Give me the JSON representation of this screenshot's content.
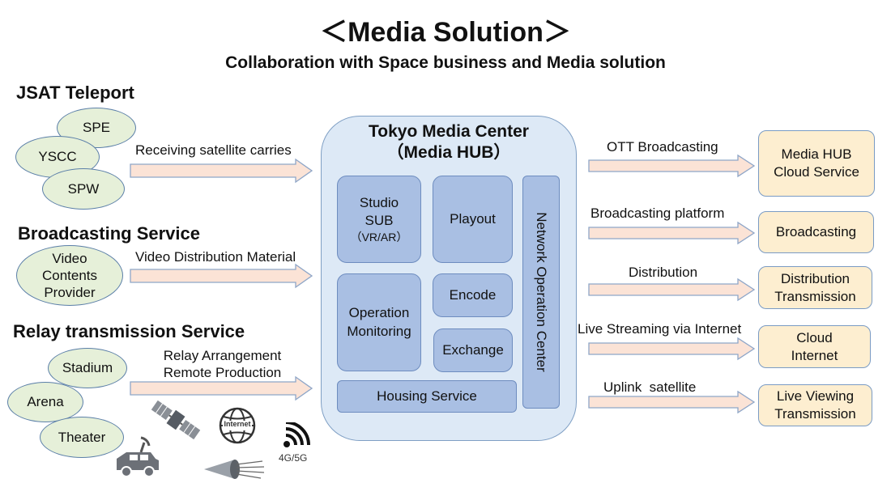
{
  "header": {
    "title": "＜Media Solution＞",
    "subtitle": "Collaboration with Space business and Media solution"
  },
  "sources": {
    "teleport": {
      "title": "JSAT Teleport",
      "nodes": [
        "SPE",
        "YSCC",
        "SPW"
      ],
      "arrow_label": "Receiving satellite carries"
    },
    "broadcasting": {
      "title": "Broadcasting Service",
      "node": "Video Contents Provider",
      "arrow_label": "Video Distribution Material"
    },
    "relay": {
      "title": "Relay transmission Service",
      "nodes": [
        "Stadium",
        "Arena",
        "Theater"
      ],
      "arrow_label_line1": "Relay Arrangement",
      "arrow_label_line2": "Remote Production",
      "icons": [
        "satellite-icon",
        "internet-globe-icon",
        "wireless-signal-icon",
        "broadcast-van-icon",
        "fiber-cable-icon"
      ],
      "internet_label": "Internet",
      "wireless_label": "4G/5G"
    }
  },
  "hub": {
    "title_line1": "Tokyo Media Center",
    "title_line2": "（Media HUB）",
    "modules": {
      "studio_line1": "Studio",
      "studio_line2": "SUB",
      "studio_line3": "（VR/AR）",
      "playout": "Playout",
      "operation_line1": "Operation",
      "operation_line2": "Monitoring",
      "encode": "Encode",
      "exchange": "Exchange",
      "housing": "Housing Service",
      "noc": "Network Operation Center"
    }
  },
  "outputs": [
    {
      "arrow_label": "OTT Broadcasting",
      "line1": "Media HUB",
      "line2": "Cloud Service"
    },
    {
      "arrow_label": "Broadcasting platform",
      "line1": "Broadcasting",
      "line2": ""
    },
    {
      "arrow_label": "Distribution",
      "line1": "Distribution",
      "line2": "Transmission"
    },
    {
      "arrow_label": "Live Streaming via Internet",
      "line1": "Cloud",
      "line2": "Internet"
    },
    {
      "arrow_label": "Uplink  satellite",
      "line1": "Live Viewing",
      "line2": "Transmission"
    }
  ],
  "colors": {
    "ellipse_fill": "#e6f0d9",
    "hub_fill": "#dde9f6",
    "module_fill": "#a9bfe3",
    "output_fill": "#fdeed0",
    "arrow_fill": "#fbe3d6"
  }
}
